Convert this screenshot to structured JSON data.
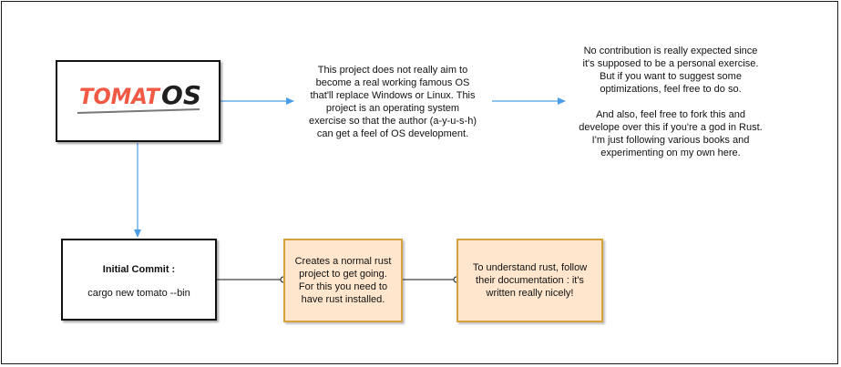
{
  "logo": {
    "text_part1": "TOMAT",
    "text_part2": "OS",
    "colors": {
      "red": "#f05a45",
      "dark": "#1f1f1f",
      "underline": "#777777"
    }
  },
  "nodes": {
    "intro": "This project does not really aim to\nbecome a real working famous OS\nthat'll replace Windows or Linux. This\nproject is an operating system\nexercise so that the author (a-y-u-s-h)\ncan get a feel of OS development.",
    "contribution": "No contribution is really expected since\nit's supposed to be a personal exercise.\nBut if you want to suggest some\noptimizations, feel free to do so.\n\nAnd also, feel free to fork this and\ndevelope over this if you're a god in Rust.\nI'm just following various books and\nexperimenting on my own here.",
    "commit_title": "Initial Commit :",
    "commit_cmd": "cargo new tomato --bin",
    "rust_project": "Creates a normal rust\nproject to get going.\nFor this you need to\nhave rust installed.",
    "rust_docs": "To understand rust, follow\ntheir documentation : it's\nwritten really nicely!"
  },
  "colors": {
    "arrow": "#4a9ee8",
    "connector": "#111111",
    "orange_fill": "#ffe6cc",
    "orange_border": "#d6a23c"
  }
}
